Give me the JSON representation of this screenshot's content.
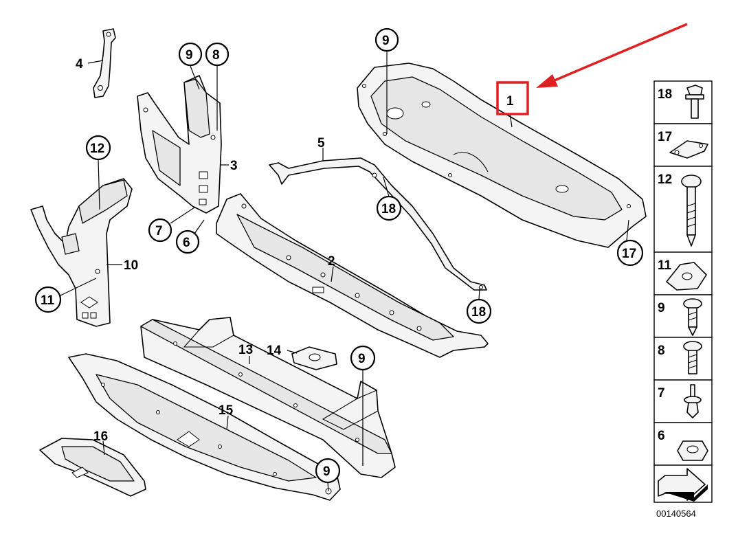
{
  "diagram": {
    "catalog_number": "00140564",
    "highlighted_callout": "1",
    "highlight_color": "#e02020",
    "callouts": {
      "c1": "1",
      "c2": "2",
      "c3": "3",
      "c4": "4",
      "c5": "5",
      "c6": "6",
      "c7": "7",
      "c8": "8",
      "c9a": "9",
      "c9b": "9",
      "c9c": "9",
      "c9d": "9",
      "c10": "10",
      "c11": "11",
      "c12": "12",
      "c13": "13",
      "c14": "14",
      "c15": "15",
      "c16": "16",
      "c17": "17",
      "c18a": "18",
      "c18b": "18"
    },
    "sidebar_items": [
      "18",
      "17",
      "12",
      "11",
      "9",
      "8",
      "7",
      "6"
    ]
  }
}
